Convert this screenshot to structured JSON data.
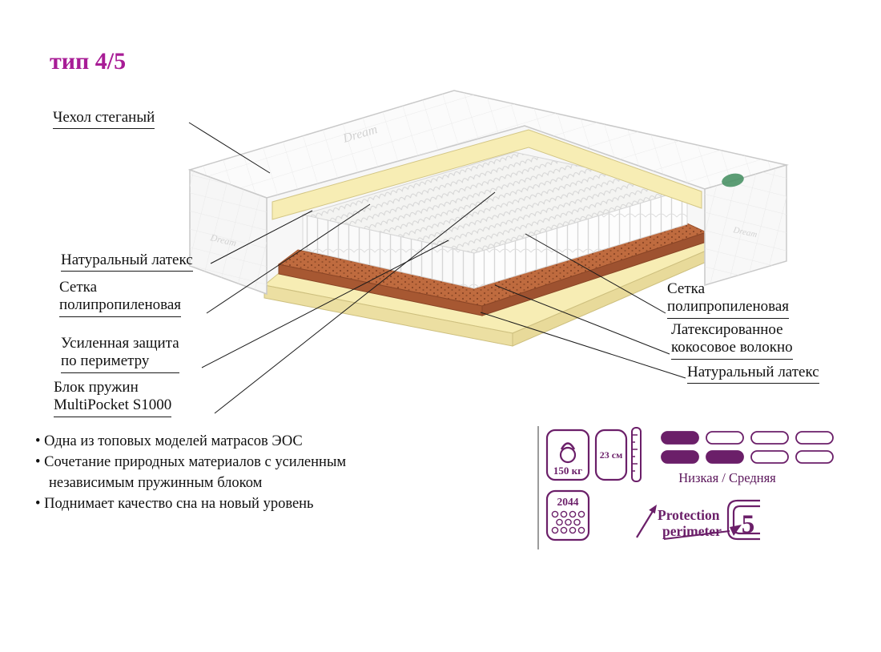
{
  "title": "тип 4/5",
  "callouts": {
    "cover": "Чехол стеганый",
    "latex_left": "Натуральный латекс",
    "net_left": [
      "Сетка",
      "полипропиленовая"
    ],
    "perimeter": [
      "Усиленная защита",
      "по периметру"
    ],
    "spring_block": [
      "Блок пружин",
      "MultiPocket S1000"
    ],
    "net_right": [
      "Сетка",
      "полипропиленовая"
    ],
    "coconut": [
      "Латексированное",
      "кокосовое волокно"
    ],
    "latex_right": "Натуральный латекс"
  },
  "bullets": [
    "• Одна из топовых моделей матрасов ЭОС",
    "• Сочетание природных материалов с усиленным",
    "независимым пружинным блоком",
    "• Поднимает качество сна на новый уровень"
  ],
  "specs": {
    "max_weight": "150 кг",
    "height": "23 см",
    "firmness": "Низкая / Средняя",
    "springs_count": "2044",
    "protection_line1": "Protection",
    "protection_line2": "perimeter",
    "warranty_years": "5"
  },
  "cover_brand_text": "Dream",
  "colors": {
    "accent_magenta": "#a81c96",
    "accent_purple": "#6b1f69",
    "latex_yellow": "#f7edb4",
    "coconut_brown": "#bf6b3f",
    "spring_white": "#f4f4f2",
    "line_black": "#1a1a1a"
  }
}
